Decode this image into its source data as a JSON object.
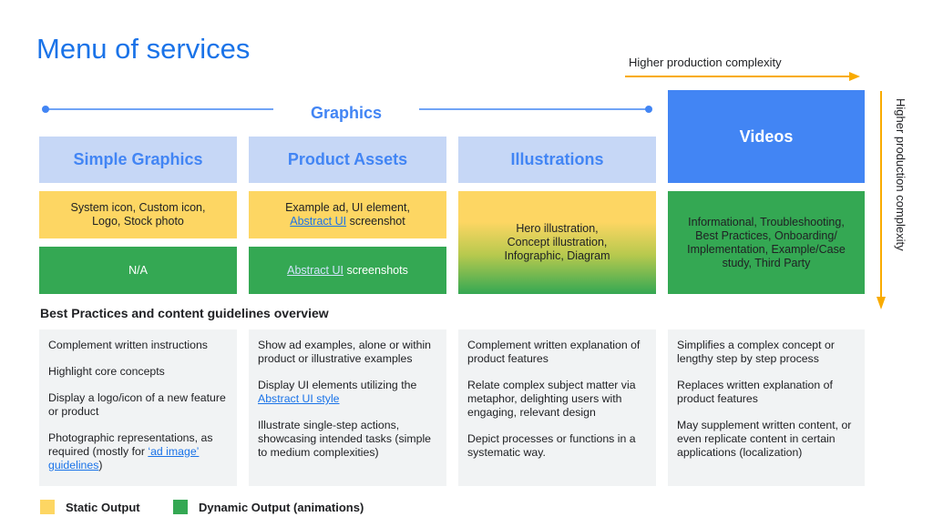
{
  "title": "Menu of services",
  "complexity_horizontal_label": "Higher production complexity",
  "complexity_vertical_label": "Higher production complexity",
  "graphics_label": "Graphics",
  "columns": [
    {
      "header": "Simple Graphics",
      "static": [
        "System icon, Custom icon,",
        "Logo, Stock photo"
      ],
      "dynamic": "N/A"
    },
    {
      "header": "Product Assets",
      "static_line1": "Example ad, UI element,",
      "static_link": "Abstract UI",
      "static_suffix": " screenshot",
      "dynamic_link": "Abstract UI",
      "dynamic_suffix": " screenshots"
    },
    {
      "header": "Illustrations",
      "combined": [
        "Hero illustration,",
        "Concept illustration,",
        "Infographic, Diagram"
      ]
    },
    {
      "header": "Videos",
      "dynamic": [
        "Informational, Troubleshooting,",
        "Best Practices, Onboarding/",
        "Implementation, Example/Case",
        "study, Third Party"
      ]
    }
  ],
  "best_practices_title": "Best Practices and content guidelines overview",
  "cards": {
    "simple": {
      "p1": "Complement written instructions",
      "p2": "Highlight core concepts",
      "p3": "Display a logo/icon of a new feature or product",
      "p4_pre": "Photographic representations, as required (mostly for ",
      "p4_link": "‘ad image’ guidelines",
      "p4_post": ")"
    },
    "product": {
      "p1": "Show ad examples, alone or within product or illustrative examples",
      "p2_pre": "Display UI elements utilizing the ",
      "p2_link": "Abstract UI style",
      "p3": "Illustrate single-step actions, showcasing intended tasks (simple to medium complexities)"
    },
    "illustrations": {
      "p1": "Complement written explanation of product features",
      "p2": "Relate complex subject matter via metaphor, delighting users with engaging, relevant design",
      "p3": "Depict processes or functions in a systematic way."
    },
    "videos": {
      "p1": "Simplifies a complex concept or lengthy step by step process",
      "p2": "Replaces written explanation of product features",
      "p3": "May supplement written content, or even replicate content in certain applications (localization)"
    }
  },
  "legend": [
    {
      "label": "Static Output",
      "color": "#fdd663"
    },
    {
      "label": "Dynamic Output (animations)",
      "color": "#34a853"
    }
  ],
  "colors": {
    "accent_blue": "#4285f4",
    "title_blue": "#1a73e8",
    "header_bg": "#c6d7f6",
    "yellow": "#fdd663",
    "green": "#34a853",
    "arrow_yellow": "#f9ab00",
    "card_bg": "#f1f3f4"
  }
}
